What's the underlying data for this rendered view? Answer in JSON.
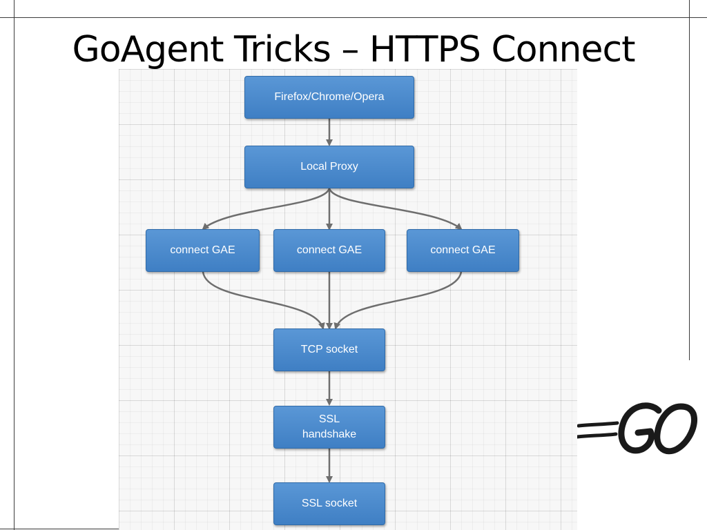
{
  "slide": {
    "title": "GoAgent Tricks – HTTPS Connect"
  },
  "diagram": {
    "nodes": [
      {
        "id": "browser",
        "label": "Firefox/Chrome/Opera"
      },
      {
        "id": "local-proxy",
        "label": "Local Proxy"
      },
      {
        "id": "gae-1",
        "label": "connect GAE"
      },
      {
        "id": "gae-2",
        "label": "connect GAE"
      },
      {
        "id": "gae-3",
        "label": "connect GAE"
      },
      {
        "id": "tcp-socket",
        "label": "TCP socket"
      },
      {
        "id": "ssl-handshake",
        "label": "SSL\nhandshake"
      },
      {
        "id": "ssl-socket",
        "label": "SSL socket"
      }
    ],
    "edges": [
      {
        "from": "browser",
        "to": "local-proxy"
      },
      {
        "from": "local-proxy",
        "to": "gae-1"
      },
      {
        "from": "local-proxy",
        "to": "gae-2"
      },
      {
        "from": "local-proxy",
        "to": "gae-3"
      },
      {
        "from": "gae-1",
        "to": "tcp-socket"
      },
      {
        "from": "gae-2",
        "to": "tcp-socket"
      },
      {
        "from": "gae-3",
        "to": "tcp-socket"
      },
      {
        "from": "tcp-socket",
        "to": "ssl-handshake"
      },
      {
        "from": "ssl-handshake",
        "to": "ssl-socket"
      }
    ],
    "colors": {
      "node_fill": "#4a8bd0",
      "node_border": "#2f6aa8",
      "edge": "#6e6e6e"
    }
  },
  "logo": {
    "text": "=GO",
    "icon": "go-logo"
  }
}
